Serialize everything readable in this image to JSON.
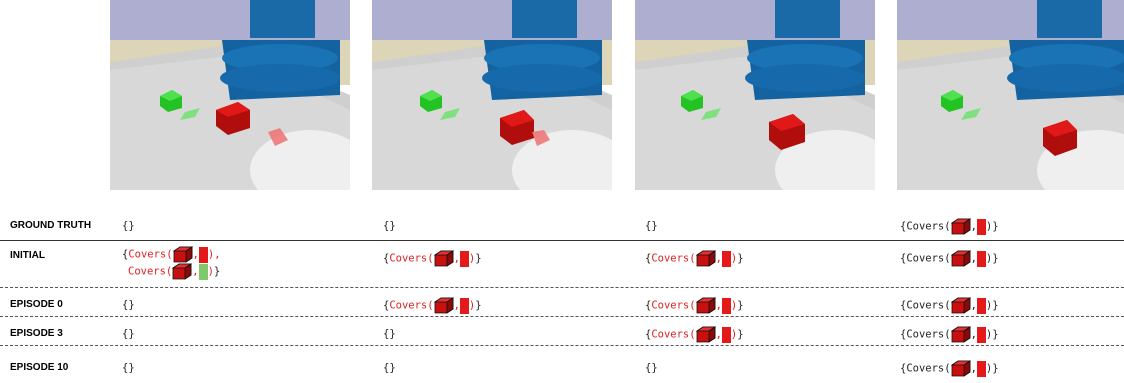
{
  "rows": [
    {
      "label": "GROUND TRUTH"
    },
    {
      "label": "INITIAL"
    },
    {
      "label": "EPISODE 0"
    },
    {
      "label": "EPISODE 3"
    },
    {
      "label": "EPISODE 10"
    }
  ],
  "text": {
    "empty": "{}",
    "open": "{",
    "close": "}",
    "covers": "Covers(",
    "comma": ",",
    "paren_close": ")",
    "paren_close_comma": "),",
    "paren_close_brace": ")}"
  },
  "colors": {
    "predicate_wrong": "#e02020",
    "predicate_right": "#222222",
    "red_cube": "#d01010",
    "green_cube": "#22cc22",
    "target_red": "#e41a1a",
    "target_green": "#7fc96a"
  }
}
